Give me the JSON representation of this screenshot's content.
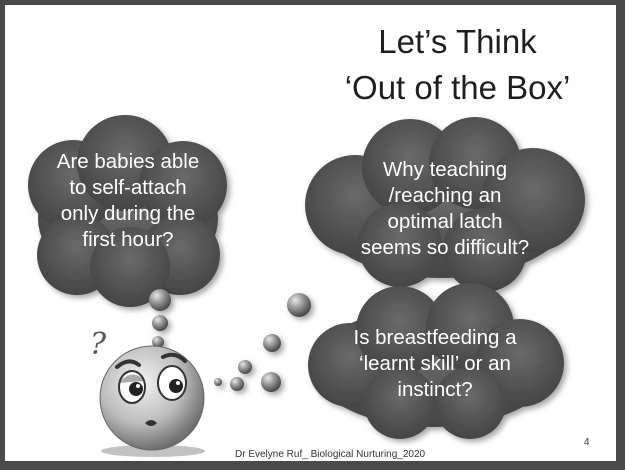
{
  "slide": {
    "title_line1": "Let’s Think",
    "title_line2": "‘Out of the Box’",
    "bubbles": [
      {
        "lines": [
          "Are babies able",
          "to self-attach",
          "only during the",
          "first hour?"
        ]
      },
      {
        "lines": [
          "Why teaching",
          "/reaching an",
          "optimal latch",
          "seems so difficult?"
        ]
      },
      {
        "lines": [
          "Is breastfeeding a",
          "‘learnt skill’ or an",
          "instinct?"
        ]
      }
    ],
    "question_mark": "?",
    "footer": "Dr Evelyne Ruf_ Biological Nurturing_2020",
    "page_number": "4"
  }
}
